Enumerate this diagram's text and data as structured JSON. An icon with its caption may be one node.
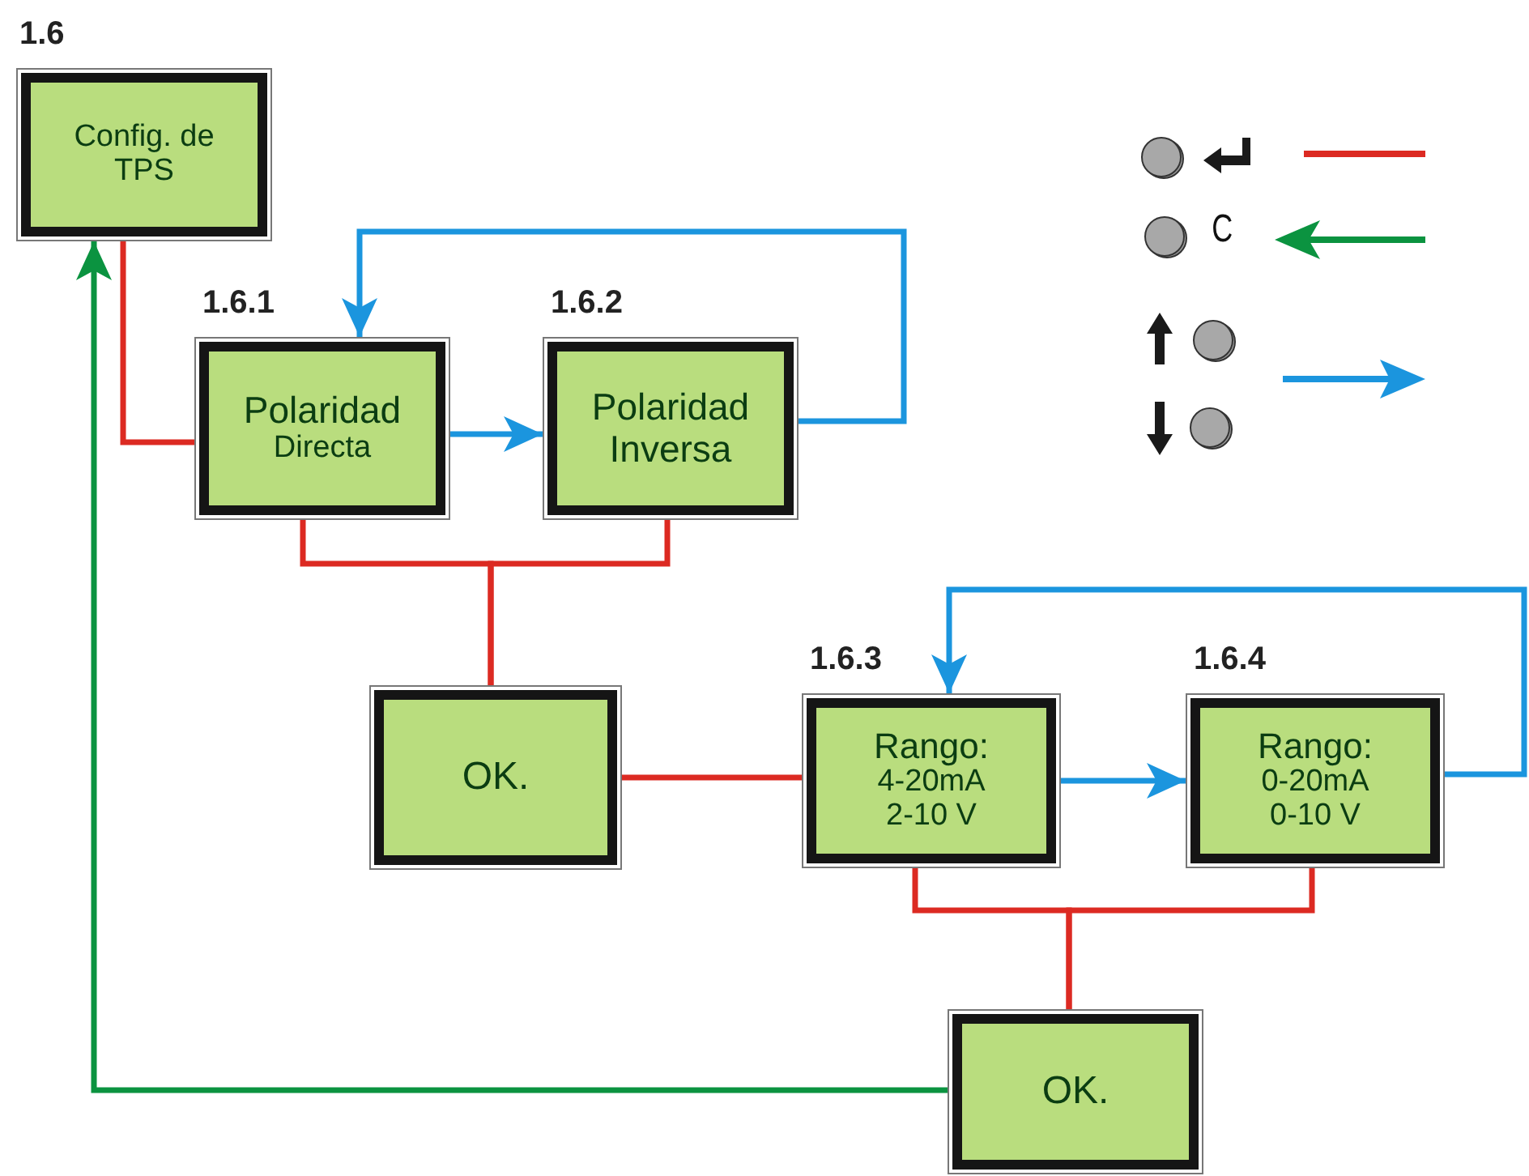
{
  "diagram": {
    "nodes": [
      {
        "text": [
          "Config. de TPS"
        ],
        "beside": [
          "1.6"
        ]
      },
      {
        "text": [
          "Polaridad",
          "Directa"
        ],
        "beside": [
          "1.6.1"
        ]
      },
      {
        "text": [
          "Polaridad Inversa"
        ],
        "beside": [
          "1.6.2"
        ]
      },
      {
        "text": [
          "OK."
        ]
      },
      {
        "text": [
          "Rango:",
          "4-20mA 2-10 V"
        ],
        "beside": [
          "1.6.3"
        ]
      },
      {
        "text": [
          "Rango:",
          "0-20mA 0-10 V"
        ],
        "beside": [
          "1.6.4"
        ]
      },
      {
        "text": [
          "OK."
        ]
      }
    ],
    "edges": [
      {
        "from": 0,
        "to": 1,
        "arrow": "none"
      },
      {
        "from": 1,
        "to": 2,
        "arrow": "to",
        "color": "#1b95de"
      },
      {
        "from": 2,
        "to": 1,
        "arrow": "to",
        "color": "#1b95de"
      },
      {
        "from": 1,
        "to": 3,
        "arrow": "none"
      },
      {
        "from": 2,
        "to": 3,
        "arrow": "none"
      },
      {
        "from": 3,
        "to": 4,
        "arrow": "none"
      },
      {
        "from": 4,
        "to": 5,
        "arrow": "to",
        "color": "#1b95de"
      },
      {
        "from": 5,
        "to": 4,
        "arrow": "to",
        "color": "#1b95de"
      },
      {
        "from": 4,
        "to": 6,
        "arrow": "none"
      },
      {
        "from": 5,
        "to": 6,
        "arrow": "none"
      },
      {
        "from": 6,
        "to": 0,
        "arrow": "to",
        "color": "#0b9340"
      }
    ],
    "labels": [
      "C"
    ]
  }
}
